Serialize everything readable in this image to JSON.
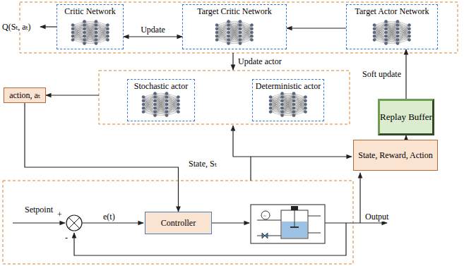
{
  "diagram": {
    "nodes": [
      {
        "text": [
          "Critic Network"
        ]
      },
      {
        "text": [
          "Target Critic Network"
        ]
      },
      {
        "text": [
          "Target Actor Network"
        ]
      },
      {
        "text": [
          "Stochastic actor"
        ]
      },
      {
        "text": [
          "Deterministic actor"
        ]
      },
      {
        "text": [
          "action, aₜ"
        ]
      },
      {
        "text": [
          "Replay Buffer"
        ]
      },
      {
        "text": [
          "State, Reward, Action"
        ]
      },
      {
        "text": [
          "Controller"
        ]
      }
    ],
    "edges": [
      {
        "from": 1,
        "to": 0,
        "label": "Update",
        "arrow": "both"
      },
      {
        "from": 2,
        "to": 1,
        "arrow": "to"
      },
      {
        "from": 3,
        "to": 5,
        "arrow": "to"
      },
      {
        "from": 5,
        "to": 8,
        "arrow": "to"
      },
      {
        "from": 7,
        "to": 6,
        "arrow": "to"
      },
      {
        "from": 6,
        "to": 2,
        "label": "Soft update",
        "arrow": "to"
      }
    ],
    "labels": [
      "Q(Sₜ, aₜ)",
      "Update actor",
      "State, Sₜ",
      "Setpoint",
      "+",
      "-",
      "e(t)",
      "Output"
    ]
  }
}
